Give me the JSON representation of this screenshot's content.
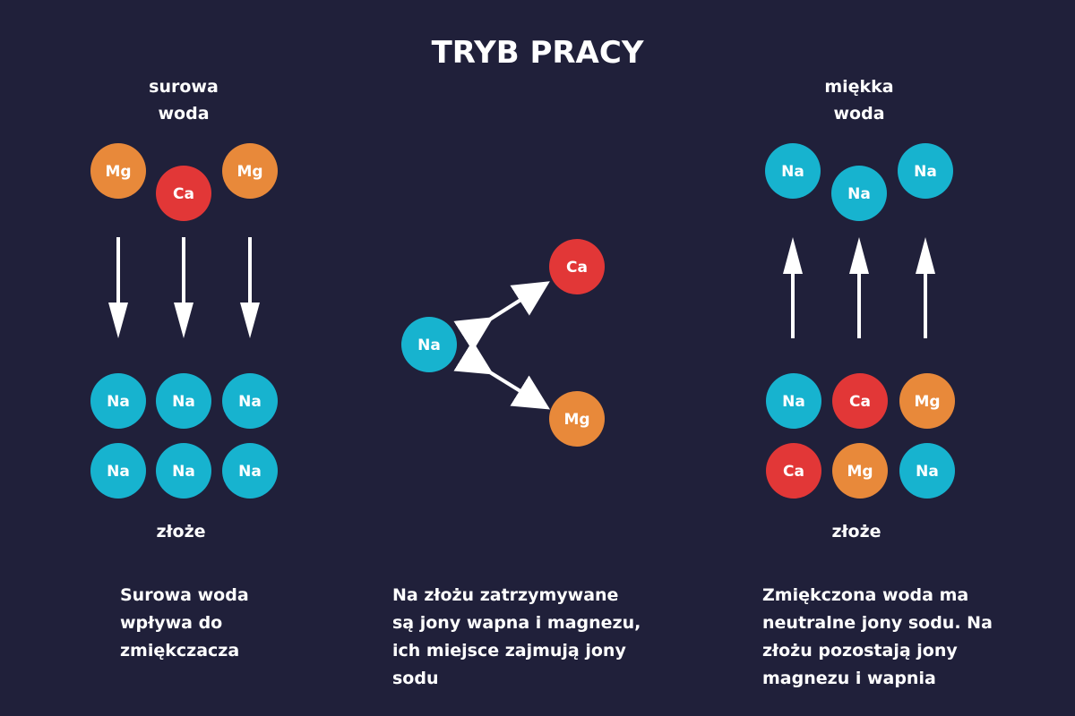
{
  "colors": {
    "background": "#20203a",
    "Na": "#17b3cf",
    "Ca": "#e23737",
    "Mg": "#e8893a",
    "text": "#ffffff"
  },
  "title": "TRYB PRACY",
  "left": {
    "top_label": [
      "surowa",
      "woda"
    ],
    "incoming_ions": [
      "Mg",
      "Ca",
      "Mg"
    ],
    "arrow_direction": "down",
    "bed_ions": [
      [
        "Na",
        "Na",
        "Na"
      ],
      [
        "Na",
        "Na",
        "Na"
      ]
    ],
    "bed_label": "złoże",
    "description": [
      "Surowa woda",
      "wpływa do",
      "zmiękczacza"
    ]
  },
  "center": {
    "center_ion": "Na",
    "exchange_ions": [
      "Ca",
      "Mg"
    ],
    "description": [
      "Na złożu zatrzymywane",
      "są jony wapna i magnezu,",
      "ich miejsce zajmują jony",
      "sodu"
    ]
  },
  "right": {
    "top_label": [
      "miękka",
      "woda"
    ],
    "outgoing_ions": [
      "Na",
      "Na",
      "Na"
    ],
    "arrow_direction": "up",
    "bed_ions": [
      [
        "Na",
        "Ca",
        "Mg"
      ],
      [
        "Ca",
        "Mg",
        "Na"
      ]
    ],
    "bed_label": "złoże",
    "description": [
      "Zmiękczona woda ma",
      "neutralne jony sodu. Na",
      "złożu pozostają jony",
      "magnezu i wapnia"
    ]
  }
}
